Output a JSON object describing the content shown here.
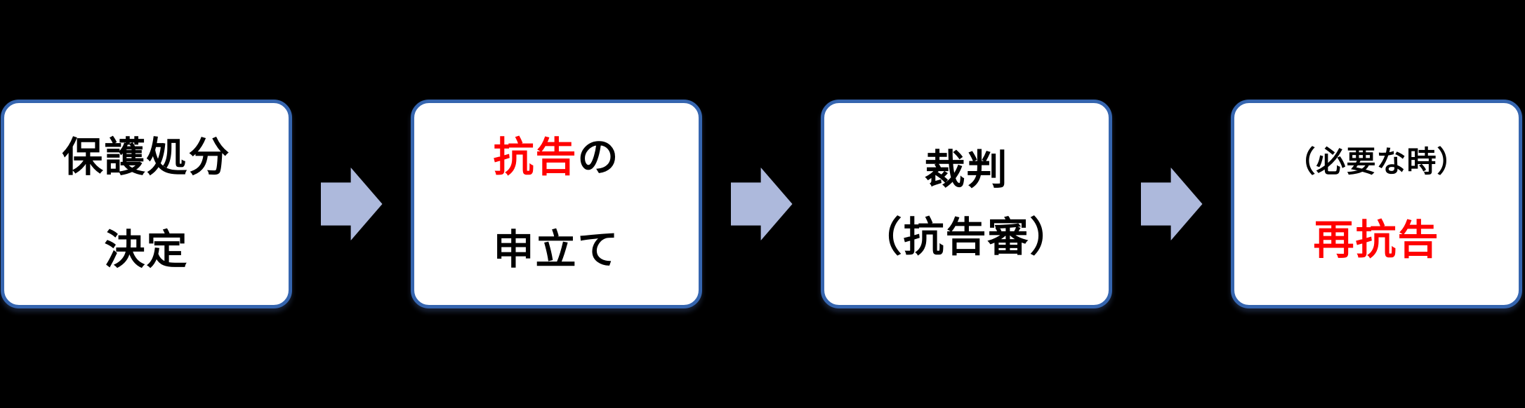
{
  "diagram": {
    "type": "flowchart",
    "direction": "left-to-right",
    "connector": "right-block-arrow",
    "steps": [
      {
        "name": "protective-disposition-decision",
        "line1": "保護処分",
        "line2": "決定"
      },
      {
        "name": "appeal-filing",
        "line1_red": "抗告",
        "line1_black": "の",
        "line2": "申立て"
      },
      {
        "name": "trial-appeal-hearing",
        "line1": "裁判",
        "line2": "（抗告審）"
      },
      {
        "name": "re-appeal-when-necessary",
        "line1": "（必要な時）",
        "line2_red": "再抗告"
      }
    ]
  },
  "colors": {
    "background": "#000000",
    "box_fill": "#ffffff",
    "box_border": "#3565af",
    "arrow_fill": "#adb9dc",
    "text_primary": "#000000",
    "text_highlight": "#ff0000"
  }
}
